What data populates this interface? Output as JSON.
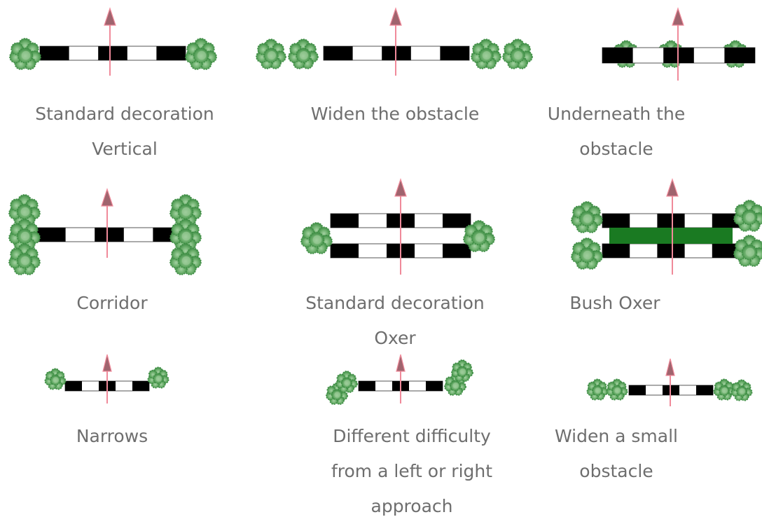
{
  "colors": {
    "bush_dark": "#3f8f45",
    "bush_light": "#9ccc9a",
    "bar_black": "#000000",
    "bar_white": "#ffffff",
    "arrow": "#f08a9a",
    "arrow_head": "#a0646e",
    "oxer_fill": "#1a7a22",
    "caption_text": "#6e6e6e"
  },
  "icons": [
    "bush-icon",
    "direction-arrow-icon",
    "pole-icon"
  ],
  "diagrams": [
    {
      "name": "standard-decoration-vertical",
      "caption": [
        "Standard decoration",
        "Vertical"
      ]
    },
    {
      "name": "widen-the-obstacle",
      "caption": [
        "Widen the obstacle"
      ]
    },
    {
      "name": "underneath-the-obstacle",
      "caption": [
        "Underneath the",
        "obstacle"
      ]
    },
    {
      "name": "corridor",
      "caption": [
        "Corridor"
      ]
    },
    {
      "name": "standard-decoration-oxer",
      "caption": [
        "Standard decoration",
        "Oxer"
      ]
    },
    {
      "name": "bush-oxer",
      "caption": [
        "Bush Oxer"
      ]
    },
    {
      "name": "narrows",
      "caption": [
        "Narrows"
      ]
    },
    {
      "name": "different-difficulty",
      "caption": [
        "Different difficulty",
        "from a left or right",
        "approach"
      ]
    },
    {
      "name": "widen-a-small-obstacle",
      "caption": [
        "Widen a small",
        "obstacle"
      ]
    }
  ]
}
